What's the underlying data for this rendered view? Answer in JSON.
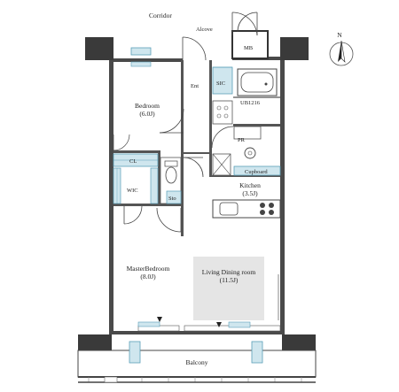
{
  "rooms": {
    "corridor": "Corridor",
    "alcove": "Alcove",
    "mb": "MB",
    "ent": "Ent",
    "sic": "SIC",
    "ub": "UB1216",
    "bedroom": "Bedroom",
    "bedroom_size": "(6.0J)",
    "pr": "PR",
    "cl": "CL",
    "wic": "WIC",
    "sto": "Sto",
    "cupboard": "Cupboard",
    "kitchen": "Kitchen",
    "kitchen_size": "(3.5J)",
    "master_bedroom": "MasterBedroom",
    "master_bedroom_size": "(8.0J)",
    "living_dining": "Living Dining room",
    "living_dining_size": "(11.5J)",
    "balcony": "Balcony"
  },
  "compass": {
    "north": "N"
  },
  "colors": {
    "wall": "#333333",
    "wall_light": "#555555",
    "fixture": "#cfe6ee",
    "fixture_stroke": "#5a9fb8",
    "living_floor": "#e5e5e5"
  }
}
